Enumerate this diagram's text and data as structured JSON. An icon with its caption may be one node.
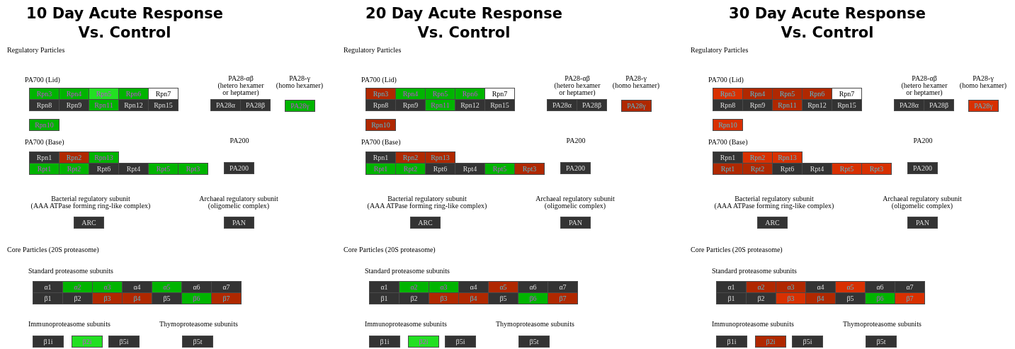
{
  "diagram": {
    "nodes": [
      {
        "text": [
          "Rpn3"
        ]
      },
      {
        "text": [
          "Rpn4"
        ]
      },
      {
        "text": [
          "Rpn5"
        ]
      },
      {
        "text": [
          "Rpn6"
        ]
      },
      {
        "text": [
          "Rpn7"
        ]
      },
      {
        "text": [
          "Rpn8"
        ]
      },
      {
        "text": [
          "Rpn9"
        ]
      },
      {
        "text": [
          "Rpn11"
        ]
      },
      {
        "text": [
          "Rpn12"
        ]
      },
      {
        "text": [
          "Rpn15"
        ]
      },
      {
        "text": [
          "PA28α"
        ]
      },
      {
        "text": [
          "PA28β"
        ]
      },
      {
        "text": [
          "PA28γ"
        ]
      },
      {
        "text": [
          "Rpn10"
        ]
      },
      {
        "text": [
          "Rpn1"
        ]
      },
      {
        "text": [
          "Rpn2"
        ]
      },
      {
        "text": [
          "Rpn13"
        ]
      },
      {
        "text": [
          "Rpt1"
        ]
      },
      {
        "text": [
          "Rpt2"
        ]
      },
      {
        "text": [
          "Rpt6"
        ]
      },
      {
        "text": [
          "Rpt4"
        ]
      },
      {
        "text": [
          "Rpt5"
        ]
      },
      {
        "text": [
          "Rpt3"
        ]
      },
      {
        "text": [
          "PA200"
        ]
      },
      {
        "text": [
          "ARC"
        ]
      },
      {
        "text": [
          "PAN"
        ]
      },
      {
        "text": [
          "α1"
        ]
      },
      {
        "text": [
          "α2"
        ]
      },
      {
        "text": [
          "α3"
        ]
      },
      {
        "text": [
          "α4"
        ]
      },
      {
        "text": [
          "α5"
        ]
      },
      {
        "text": [
          "α6"
        ]
      },
      {
        "text": [
          "α7"
        ]
      },
      {
        "text": [
          "β1"
        ]
      },
      {
        "text": [
          "β2"
        ]
      },
      {
        "text": [
          "β3"
        ]
      },
      {
        "text": [
          "β4"
        ]
      },
      {
        "text": [
          "β5"
        ]
      },
      {
        "text": [
          "β6"
        ]
      },
      {
        "text": [
          "β7"
        ]
      },
      {
        "text": [
          "β1i"
        ]
      },
      {
        "text": [
          "β2i"
        ]
      },
      {
        "text": [
          "β5i"
        ]
      },
      {
        "text": [
          "β5t"
        ]
      },
      {
        "text": [
          "Rpn3"
        ]
      },
      {
        "text": [
          "Rpn4"
        ]
      },
      {
        "text": [
          "Rpn5"
        ]
      },
      {
        "text": [
          "Rpn6"
        ]
      },
      {
        "text": [
          "Rpn7"
        ]
      },
      {
        "text": [
          "Rpn8"
        ]
      },
      {
        "text": [
          "Rpn9"
        ]
      },
      {
        "text": [
          "Rpn11"
        ]
      },
      {
        "text": [
          "Rpn12"
        ]
      },
      {
        "text": [
          "Rpn15"
        ]
      },
      {
        "text": [
          "PA28α"
        ]
      },
      {
        "text": [
          "PA28β"
        ]
      },
      {
        "text": [
          "PA28γ"
        ]
      },
      {
        "text": [
          "Rpn10"
        ]
      },
      {
        "text": [
          "Rpn1"
        ]
      },
      {
        "text": [
          "Rpn2"
        ]
      },
      {
        "text": [
          "Rpn13"
        ]
      },
      {
        "text": [
          "Rpt1"
        ]
      },
      {
        "text": [
          "Rpt2"
        ]
      },
      {
        "text": [
          "Rpt6"
        ]
      },
      {
        "text": [
          "Rpt4"
        ]
      },
      {
        "text": [
          "Rpt5"
        ]
      },
      {
        "text": [
          "Rpt3"
        ]
      },
      {
        "text": [
          "PA200"
        ]
      },
      {
        "text": [
          "ARC"
        ]
      },
      {
        "text": [
          "PAN"
        ]
      },
      {
        "text": [
          "α1"
        ]
      },
      {
        "text": [
          "α2"
        ]
      },
      {
        "text": [
          "α3"
        ]
      },
      {
        "text": [
          "α4"
        ]
      },
      {
        "text": [
          "α5"
        ]
      },
      {
        "text": [
          "α6"
        ]
      },
      {
        "text": [
          "α7"
        ]
      },
      {
        "text": [
          "β1"
        ]
      },
      {
        "text": [
          "β2"
        ]
      },
      {
        "text": [
          "β3"
        ]
      },
      {
        "text": [
          "β4"
        ]
      },
      {
        "text": [
          "β5"
        ]
      },
      {
        "text": [
          "β6"
        ]
      },
      {
        "text": [
          "β7"
        ]
      },
      {
        "text": [
          "β1i"
        ]
      },
      {
        "text": [
          "β2i"
        ]
      },
      {
        "text": [
          "β5i"
        ]
      },
      {
        "text": [
          "β5t"
        ]
      },
      {
        "text": [
          "Rpn3"
        ]
      },
      {
        "text": [
          "Rpn4"
        ]
      },
      {
        "text": [
          "Rpn5"
        ]
      },
      {
        "text": [
          "Rpn6"
        ]
      },
      {
        "text": [
          "Rpn7"
        ]
      },
      {
        "text": [
          "Rpn8"
        ]
      },
      {
        "text": [
          "Rpn9"
        ]
      },
      {
        "text": [
          "Rpn11"
        ]
      },
      {
        "text": [
          "Rpn12"
        ]
      },
      {
        "text": [
          "Rpn15"
        ]
      },
      {
        "text": [
          "PA28α"
        ]
      },
      {
        "text": [
          "PA28β"
        ]
      },
      {
        "text": [
          "PA28γ"
        ]
      },
      {
        "text": [
          "Rpn10"
        ]
      },
      {
        "text": [
          "Rpn1"
        ]
      },
      {
        "text": [
          "Rpn2"
        ]
      },
      {
        "text": [
          "Rpn13"
        ]
      },
      {
        "text": [
          "Rpt1"
        ]
      },
      {
        "text": [
          "Rpt2"
        ]
      },
      {
        "text": [
          "Rpt6"
        ]
      },
      {
        "text": [
          "Rpt4"
        ]
      },
      {
        "text": [
          "Rpt5"
        ]
      },
      {
        "text": [
          "Rpt3"
        ]
      },
      {
        "text": [
          "PA200"
        ]
      },
      {
        "text": [
          "ARC"
        ]
      },
      {
        "text": [
          "PAN"
        ]
      },
      {
        "text": [
          "α1"
        ]
      },
      {
        "text": [
          "α2"
        ]
      },
      {
        "text": [
          "α3"
        ]
      },
      {
        "text": [
          "α4"
        ]
      },
      {
        "text": [
          "α5"
        ]
      },
      {
        "text": [
          "α6"
        ]
      },
      {
        "text": [
          "α7"
        ]
      },
      {
        "text": [
          "β1"
        ]
      },
      {
        "text": [
          "β2"
        ]
      },
      {
        "text": [
          "β3"
        ]
      },
      {
        "text": [
          "β4"
        ]
      },
      {
        "text": [
          "β5"
        ]
      },
      {
        "text": [
          "β6"
        ]
      },
      {
        "text": [
          "β7"
        ]
      },
      {
        "text": [
          "β1i"
        ]
      },
      {
        "text": [
          "β2i"
        ]
      },
      {
        "text": [
          "β5i"
        ]
      },
      {
        "text": [
          "β5t"
        ]
      }
    ],
    "labels": [
      "10 Day Acute Response Vs. Control",
      "Regulatory Particles",
      "PA700 (Lid)",
      "PA28-αβ",
      "(hetero hexamer or heptamer)",
      "PA28-γ",
      "(homo hexamer)",
      "PA700 (Base)",
      "PA200",
      "Bacterial regulatory subunit",
      "(AAA ATPase forming ring-like complex)",
      "Archaeal regulatory subunit",
      "(oligomelic complex)",
      "Core Particles (20S proteasome)",
      "Standard proteasome subunits",
      "Immunoproteasome subunits",
      "Thymoproteasome subunits",
      "20 Day Acute Response Vs. Control",
      "Regulatory Particles",
      "PA700 (Lid)",
      "PA28-αβ",
      "(hetero hexamer or heptamer)",
      "PA28-γ",
      "(homo hexamer)",
      "PA700 (Base)",
      "PA200",
      "Bacterial regulatory subunit",
      "(AAA ATPase forming ring-like complex)",
      "Archaeal regulatory subunit",
      "(oligomelic complex)",
      "Core Particles (20S proteasome)",
      "Standard proteasome subunits",
      "Immunoproteasome subunits",
      "Thymoproteasome subunits",
      "30 Day Acute Response Vs. Control",
      "Regulatory Particles",
      "PA700 (Lid)",
      "PA28-αβ",
      "(hetero hexamer or heptamer)",
      "PA28-γ",
      "(homo hexamer)",
      "PA700 (Base)",
      "PA200",
      "Bacterial regulatory subunit",
      "(AAA ATPase forming ring-like complex)",
      "Archaeal regulatory subunit",
      "(oligomelic complex)",
      "Core Particles (20S proteasome)",
      "Standard proteasome subunits",
      "Immunoproteasome subunits",
      "Thymoproteasome subunits"
    ]
  }
}
